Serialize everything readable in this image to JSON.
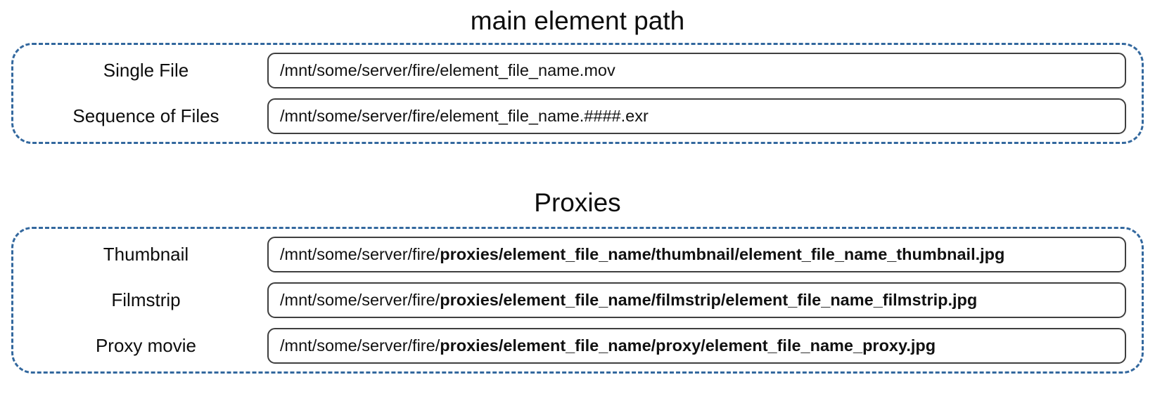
{
  "sections": [
    {
      "title": "main element path",
      "rows": [
        {
          "label": "Single File",
          "path_prefix": "/mnt/some/server/fire/element_file_name.mov",
          "path_bold": ""
        },
        {
          "label": "Sequence of Files",
          "path_prefix": "/mnt/some/server/fire/element_file_name.####.exr",
          "path_bold": ""
        }
      ]
    },
    {
      "title": "Proxies",
      "rows": [
        {
          "label": "Thumbnail",
          "path_prefix": "/mnt/some/server/fire/",
          "path_bold": "proxies/element_file_name/thumbnail/element_file_name_thumbnail.jpg"
        },
        {
          "label": "Filmstrip",
          "path_prefix": "/mnt/some/server/fire/",
          "path_bold": "proxies/element_file_name/filmstrip/element_file_name_filmstrip.jpg"
        },
        {
          "label": "Proxy movie",
          "path_prefix": "/mnt/some/server/fire/",
          "path_bold": "proxies/element_file_name/proxy/element_file_name_proxy.jpg"
        }
      ]
    }
  ],
  "colors": {
    "dashed_border": "#33689e",
    "field_border": "#3f3f3f",
    "text": "#111111",
    "background": "#ffffff"
  }
}
